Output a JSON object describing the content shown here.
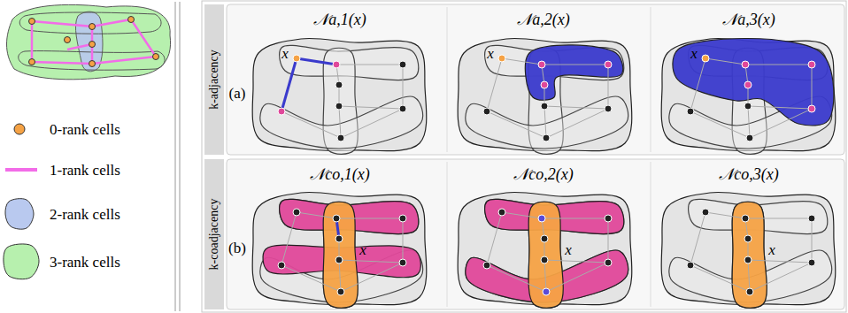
{
  "diagram": {
    "nodes": [
      {
        "text": [
          "k-adjacency"
        ]
      },
      {
        "text": [
          "k-coadjacency"
        ]
      }
    ],
    "labels": [
      "(a)",
      "(b)",
      "𝒩a,1(x)",
      "𝒩a,2(x)",
      "𝒩a,3(x)",
      "𝒩co,1(x)",
      "𝒩co,2(x)",
      "𝒩co,3(x)",
      "x",
      "x",
      "x",
      "x",
      "x",
      "x"
    ],
    "legend": [
      {
        "text": "0-rank cells",
        "color": "#f5a245"
      },
      {
        "text": "1-rank cells",
        "color": "#f26ce8"
      },
      {
        "text": "2-rank cells",
        "color": "#b9c9ef"
      },
      {
        "text": "3-rank cells",
        "color": "#b7f0ae"
      }
    ]
  }
}
